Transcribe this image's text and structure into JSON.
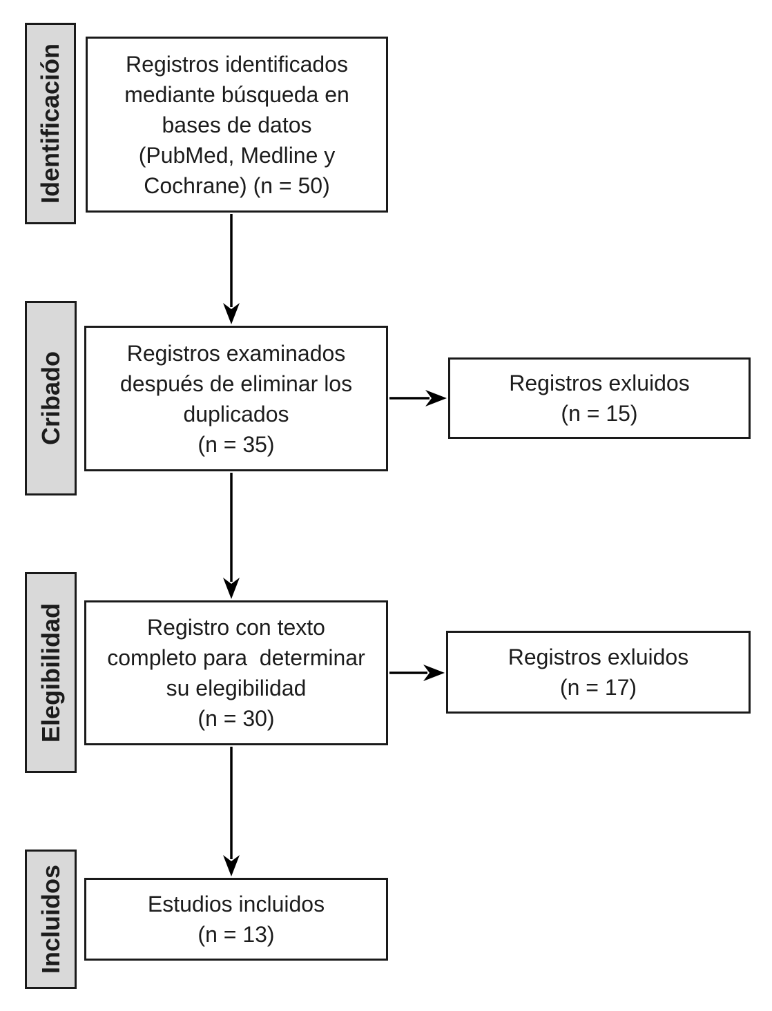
{
  "diagram": {
    "stages": [
      {
        "label": "Identificación"
      },
      {
        "label": "Cribado"
      },
      {
        "label": "Elegibilidad"
      },
      {
        "label": "Incluidos"
      }
    ],
    "main_boxes": [
      {
        "n": 50,
        "lines": [
          "Registros identificados",
          "mediante búsqueda en",
          "bases de datos",
          "(PubMed, Medline y",
          "Cochrane) (n = 50)"
        ]
      },
      {
        "n": 35,
        "lines": [
          "Registros examinados",
          "después de eliminar los",
          "duplicados",
          "(n = 35)"
        ]
      },
      {
        "n": 30,
        "lines": [
          "Registro con texto",
          "completo para  determinar",
          "su elegibilidad",
          "(n = 30)"
        ]
      },
      {
        "n": 13,
        "lines": [
          "Estudios incluidos",
          "(n = 13)"
        ]
      }
    ],
    "side_boxes": [
      {
        "n": 15,
        "lines": [
          "Registros exluidos",
          "(n = 15)"
        ]
      },
      {
        "n": 17,
        "lines": [
          "Registros exluidos",
          "(n = 17)"
        ]
      }
    ],
    "colors": {
      "stage-fill": "#d9d9d9",
      "box-fill": "#ffffff",
      "border": "#1a1a1a",
      "text": "#1c1c1c",
      "arrow": "#000000"
    }
  }
}
